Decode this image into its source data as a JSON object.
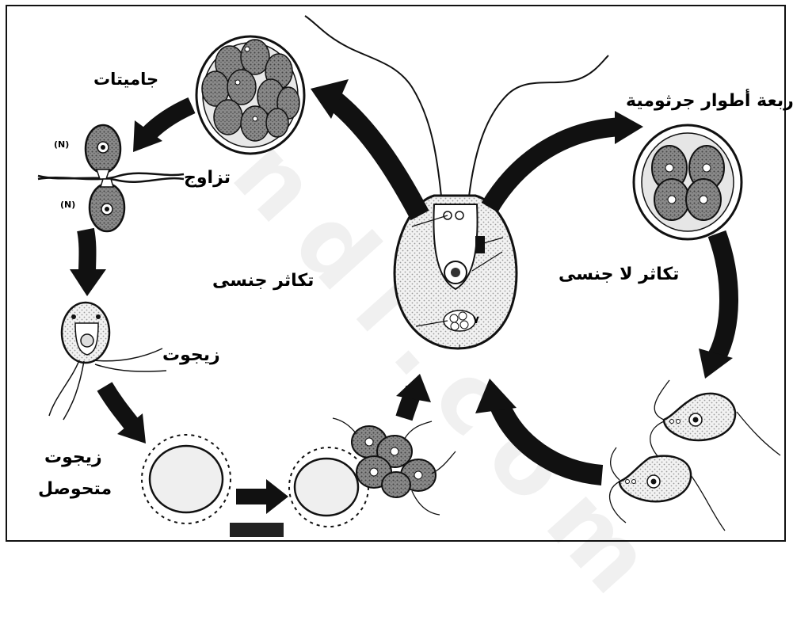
{
  "labels": {
    "gametes": "جاميتات",
    "mating": "تزاوج",
    "sexual_reproduction": "تكاثر جنسى",
    "zygote": "زيجوت",
    "encysted_zygote_line1": "زيجوت",
    "encysted_zygote_line2": "متحوصل",
    "four_zoospores": "أربعة أطوار جرثومية",
    "asexual_reproduction": "تكاثر لا جنسى",
    "nucleus_marker_top": "(N)",
    "nucleus_marker_bottom": "(N)",
    "numeral": "٧"
  },
  "watermark": "ndl.com",
  "colors": {
    "ink": "#111111",
    "stipple": "#c8c8c8",
    "cell_dark": "#777777",
    "background": "#ffffff"
  }
}
